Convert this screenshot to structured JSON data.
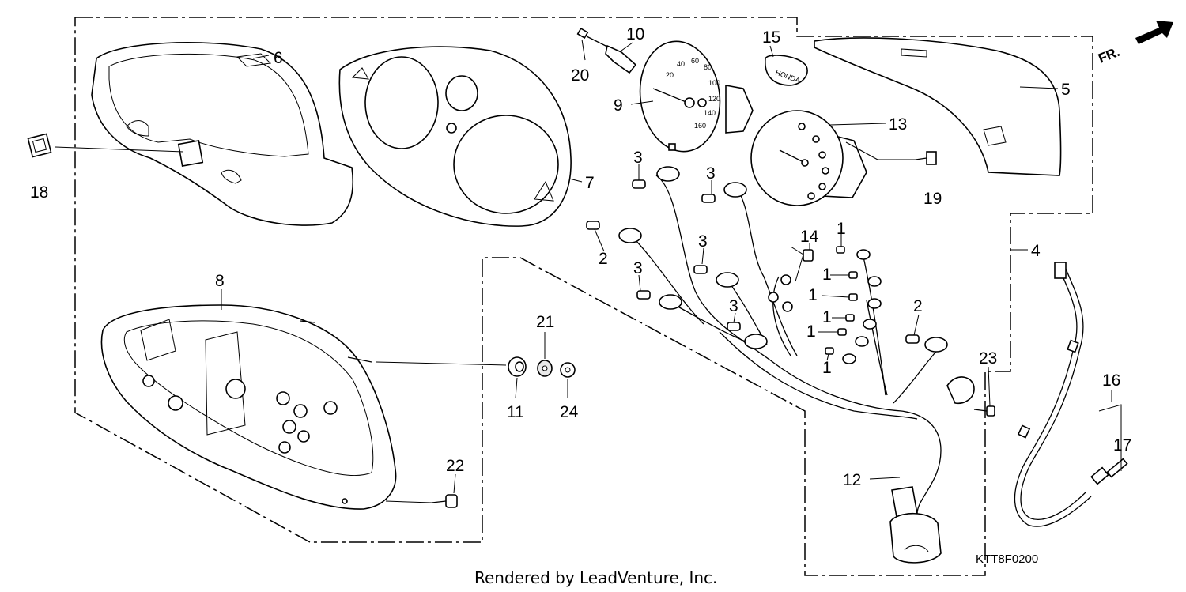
{
  "diagram": {
    "orientation_label": "FR.",
    "part_code": "KTT8F0200",
    "footer": "Rendered by LeadVenture, Inc.",
    "dial_numbers": [
      "20",
      "40",
      "60",
      "80",
      "100",
      "120",
      "140",
      "160"
    ],
    "dial_brand": "HONDA",
    "callouts": {
      "c1a": "1",
      "c1b": "1",
      "c1c": "1",
      "c1d": "1",
      "c1e": "1",
      "c1f": "1",
      "c2a": "2",
      "c2b": "2",
      "c3a": "3",
      "c3b": "3",
      "c3c": "3",
      "c3d": "3",
      "c3e": "3",
      "c4": "4",
      "c5": "5",
      "c6": "6",
      "c7": "7",
      "c8": "8",
      "c9": "9",
      "c10": "10",
      "c11": "11",
      "c12": "12",
      "c13": "13",
      "c14": "14",
      "c15": "15",
      "c16": "16",
      "c17": "17",
      "c18": "18",
      "c19": "19",
      "c20": "20",
      "c21": "21",
      "c22": "22",
      "c23": "23",
      "c24": "24"
    }
  }
}
